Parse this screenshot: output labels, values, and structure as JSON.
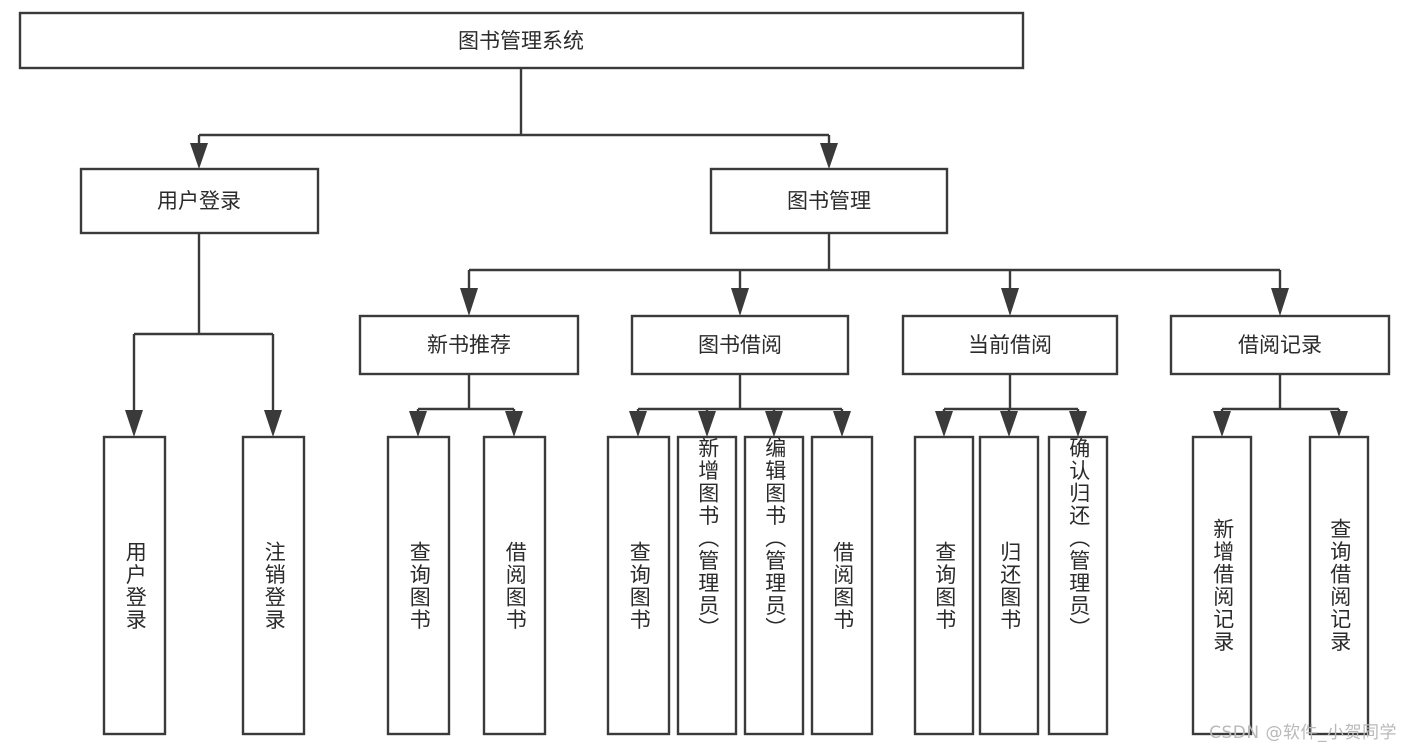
{
  "diagram": {
    "type": "tree",
    "title_node": {
      "label": "图书管理系统"
    },
    "level2": [
      {
        "id": "user-login",
        "label": "用户登录"
      },
      {
        "id": "book-manage",
        "label": "图书管理"
      }
    ],
    "level3": [
      {
        "id": "new-book-recommend",
        "label": "新书推荐",
        "parent": "book-manage"
      },
      {
        "id": "book-borrow",
        "label": "图书借阅",
        "parent": "book-manage"
      },
      {
        "id": "current-borrow",
        "label": "当前借阅",
        "parent": "book-manage"
      },
      {
        "id": "borrow-record",
        "label": "借阅记录",
        "parent": "book-manage"
      }
    ],
    "leaves": [
      {
        "id": "leaf-user-login",
        "label": "用户登录",
        "parent": "user-login"
      },
      {
        "id": "leaf-logout-login",
        "label": "注销登录",
        "parent": "user-login"
      },
      {
        "id": "leaf-query-book-1",
        "label": "查询图书",
        "parent": "new-book-recommend"
      },
      {
        "id": "leaf-borrow-book-1",
        "label": "借阅图书",
        "parent": "new-book-recommend"
      },
      {
        "id": "leaf-query-book-2",
        "label": "查询图书",
        "parent": "book-borrow"
      },
      {
        "id": "leaf-add-book",
        "label": "新增图书（管理员）",
        "parent": "book-borrow"
      },
      {
        "id": "leaf-edit-book",
        "label": "编辑图书（管理员）",
        "parent": "book-borrow"
      },
      {
        "id": "leaf-borrow-book-2",
        "label": "借阅图书",
        "parent": "book-borrow"
      },
      {
        "id": "leaf-query-book-3",
        "label": "查询图书",
        "parent": "current-borrow"
      },
      {
        "id": "leaf-return-book",
        "label": "归还图书",
        "parent": "current-borrow"
      },
      {
        "id": "leaf-confirm-return",
        "label": "确认归还（管理员）",
        "parent": "current-borrow"
      },
      {
        "id": "leaf-add-record",
        "label": "新增借阅记录",
        "parent": "borrow-record"
      },
      {
        "id": "leaf-query-record",
        "label": "查询借阅记录",
        "parent": "borrow-record"
      }
    ],
    "colors": {
      "stroke": "#3a3a3a",
      "box_fill": "#ffffff",
      "text": "#2b2b2b",
      "background": "#ffffff",
      "watermark": "#b9b9b9"
    }
  },
  "watermark": {
    "text": "CSDN @软件_小贺同学"
  }
}
